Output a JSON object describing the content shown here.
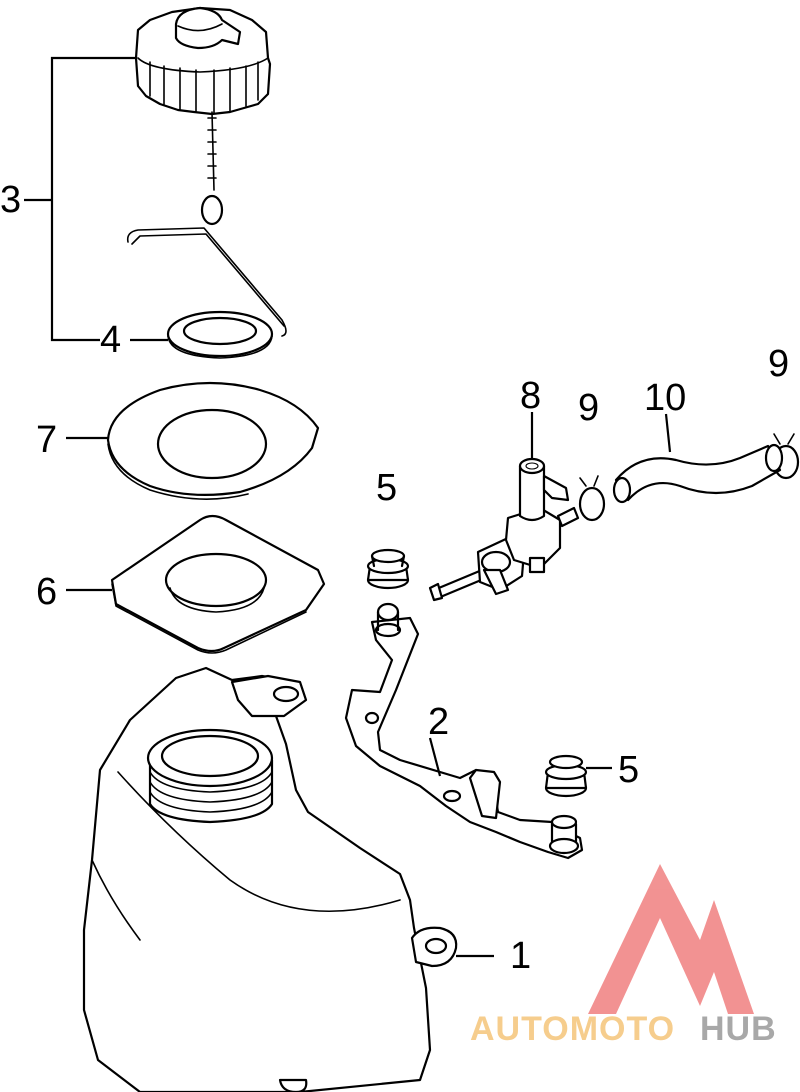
{
  "callouts": {
    "c1": "1",
    "c2": "2",
    "c3": "3",
    "c4": "4",
    "c5a": "5",
    "c5b": "5",
    "c6": "6",
    "c7": "7",
    "c8": "8",
    "c9a": "9",
    "c9b": "9",
    "c10": "10"
  },
  "watermark": {
    "text_part1": "AUTOMOTO",
    "text_part2": "HUB",
    "color_accent": "#f08080",
    "color_orange": "#f5c57a",
    "color_gray": "#9a9a9a"
  }
}
